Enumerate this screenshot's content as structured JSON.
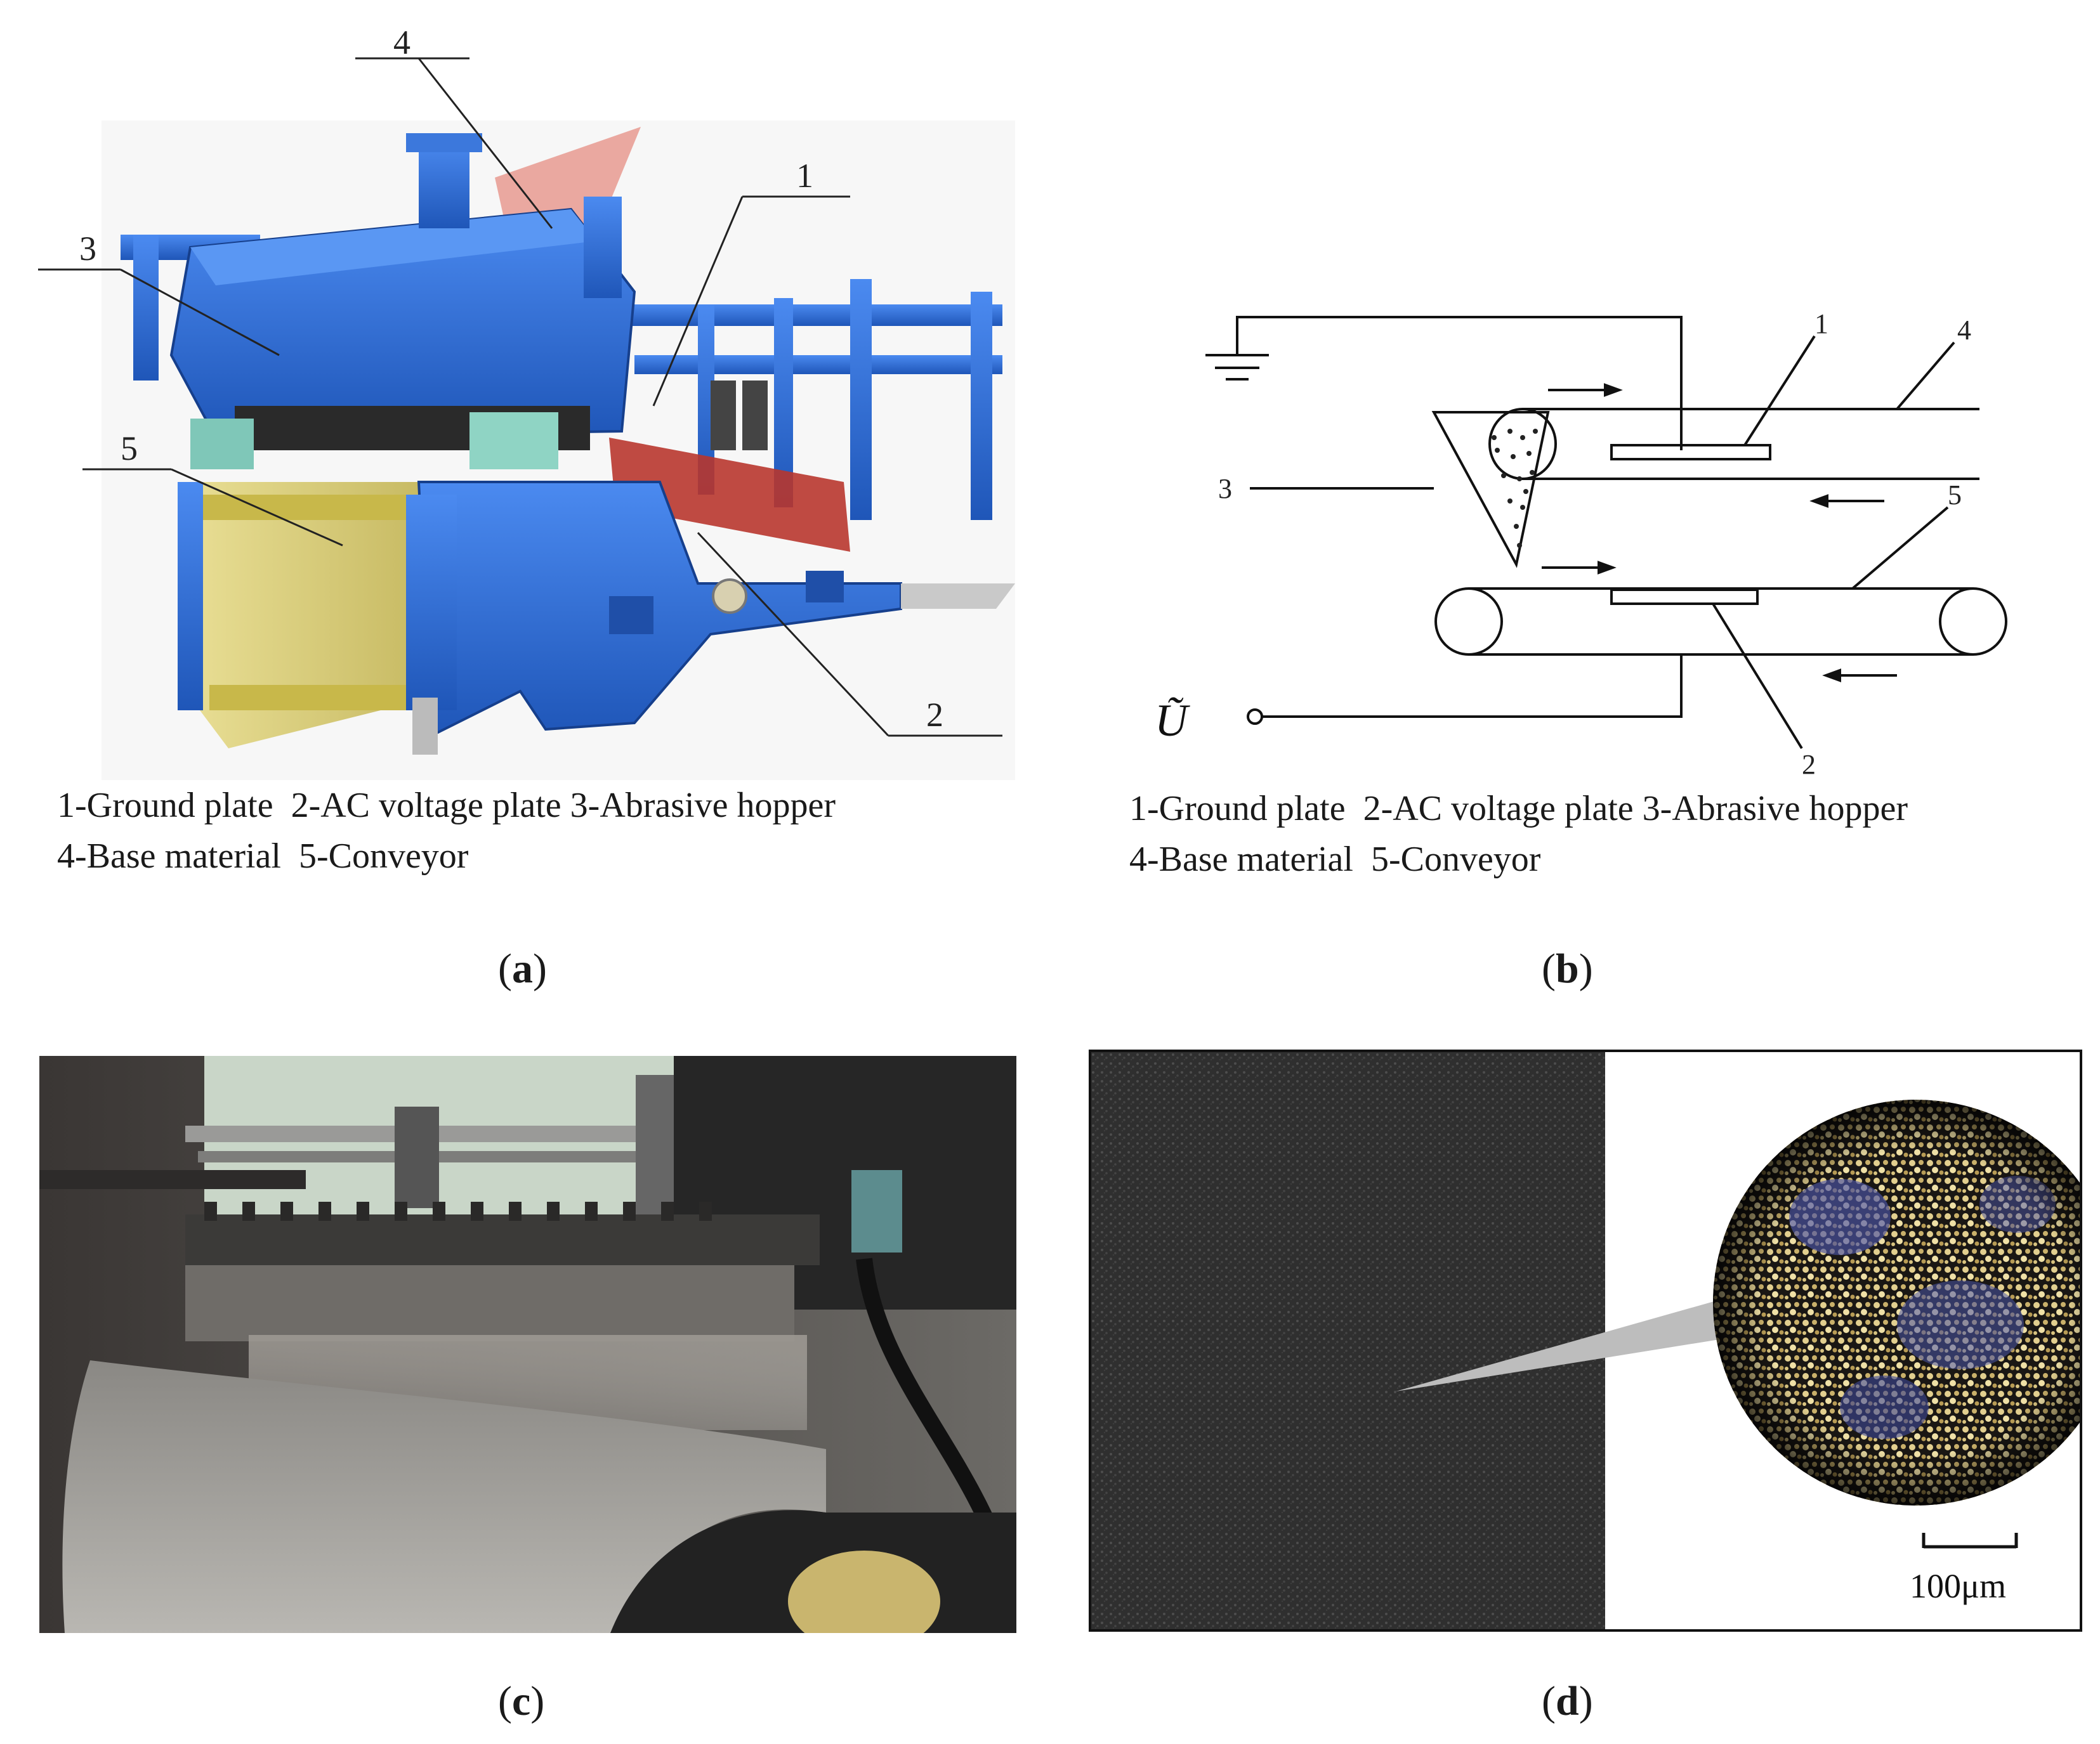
{
  "panels": {
    "a": {
      "label_open": "(",
      "label_letter": "a",
      "label_close": ")",
      "callouts": [
        "1",
        "2",
        "3",
        "4",
        "5"
      ],
      "caption_line1": "1-Ground plate  2-AC voltage plate 3-Abrasive hopper",
      "caption_line2": "4-Base material  5-Conveyor"
    },
    "b": {
      "label_open": "(",
      "label_letter": "b",
      "label_close": ")",
      "callouts": [
        "1",
        "2",
        "3",
        "4",
        "5"
      ],
      "voltage_symbol": "Ũ",
      "caption_line1": "1-Ground plate  2-AC voltage plate 3-Abrasive hopper",
      "caption_line2": "4-Base material  5-Conveyor"
    },
    "c": {
      "label_open": "(",
      "label_letter": "c",
      "label_close": ")"
    },
    "d": {
      "label_open": "(",
      "label_letter": "d",
      "label_close": ")",
      "scale_bar": "100μm"
    }
  },
  "colors": {
    "machine_blue": "#2f6fd6",
    "machine_blue_dark": "#1f4fa8",
    "conveyor_yellow": "#d9c85a",
    "plate_red": "#b8362e",
    "plate_green": "#7fc7b8"
  }
}
